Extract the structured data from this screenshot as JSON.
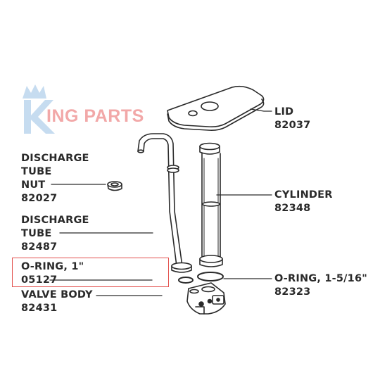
{
  "brand": {
    "initial": "K",
    "rest": "ING PARTS",
    "initial_color": "#c6dcf0",
    "rest_color": "#f2a8a8"
  },
  "colors": {
    "line": "#2a2a2a",
    "highlight": "#e2504c"
  },
  "labels": {
    "lid": {
      "name": "LID",
      "part": "82037"
    },
    "discharge_tube_nut": {
      "line1": "DISCHARGE",
      "line2": "TUBE",
      "line3": "NUT",
      "part": "82027"
    },
    "cylinder": {
      "name": "CYLINDER",
      "part": "82348"
    },
    "discharge_tube": {
      "line1": "DISCHARGE",
      "line2": "TUBE",
      "part": "82487"
    },
    "oring_small": {
      "name": "O-RING, 1\"",
      "part": "05127"
    },
    "oring_large": {
      "name": "O-RING, 1-5/16\"",
      "part": "82323"
    },
    "valve_body": {
      "name": "VALVE BODY",
      "part": "82431"
    }
  }
}
